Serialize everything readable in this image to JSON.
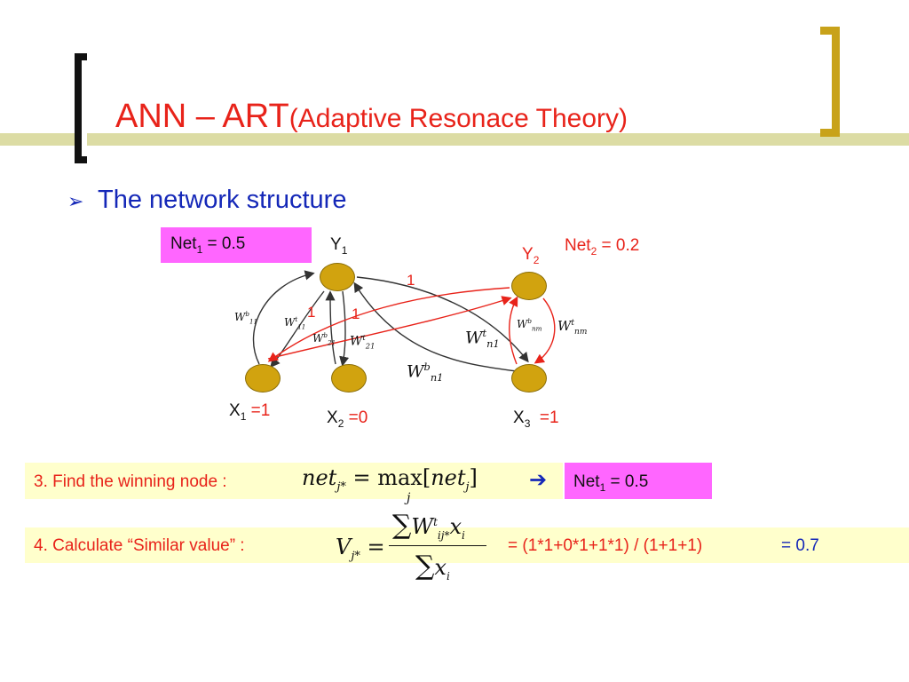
{
  "title": {
    "main": "ANN – ART",
    "sub": "(Adaptive Resonace  Theory)"
  },
  "bullet": {
    "text": "The network structure"
  },
  "network": {
    "net1": {
      "pre": "Net",
      "sub": "1",
      "post": " = 0.5"
    },
    "net2": {
      "pre": "Net",
      "sub": "2",
      "post": " = 0.2"
    },
    "y1": {
      "pre": "Y",
      "sub": "1"
    },
    "y2": {
      "pre": "Y",
      "sub": "2"
    },
    "x1": {
      "pre": "X",
      "sub": "1",
      "val": " =1"
    },
    "x2": {
      "pre": "X",
      "sub": "2",
      "val": " =0"
    },
    "x3": {
      "pre": "X",
      "sub": "3",
      "val": "  =1"
    },
    "edge_values": [
      "1",
      "1",
      "1"
    ],
    "weights": {
      "w11b": {
        "base": "W",
        "sup": "b",
        "sub": "11"
      },
      "w11t": {
        "base": "W",
        "sup": "t",
        "sub": "11"
      },
      "w21b": {
        "base": "W",
        "sup": "b",
        "sub": "21"
      },
      "w21t": {
        "base": "W",
        "sup": "t",
        "sub": "21"
      },
      "wn1t": {
        "base": "W",
        "sup": "t",
        "sub": "n1"
      },
      "wn1b": {
        "base": "W",
        "sup": "b",
        "sub": "n1"
      },
      "wnmb": {
        "base": "W",
        "sup": "b",
        "sub": "nm"
      },
      "wnmt": {
        "base": "W",
        "sup": "t",
        "sub": "nm"
      }
    },
    "colors": {
      "node": "#d1a30f",
      "red_edge": "#e8231a",
      "dark_edge": "#333333"
    }
  },
  "step3": {
    "text": "3. Find the winning node :",
    "formula": {
      "lhs": "net",
      "lhs_sub": "j*",
      "eq": " = max[",
      "rhs": "net",
      "rhs_sub": "j",
      "close": "]",
      "under": "j"
    },
    "arrow": "➔",
    "result": {
      "pre": "Net",
      "sub": "1",
      "post": " = 0.5"
    }
  },
  "step4": {
    "text": "4. Calculate “Similar value” :",
    "lhs": {
      "v": "V",
      "sub": "j*",
      "eq": " ="
    },
    "numerator": {
      "sum": "∑",
      "w": "W",
      "w_sup": "t",
      "w_sub": "ij*",
      "x": "x",
      "x_sub": "i"
    },
    "denominator": {
      "sum": "∑",
      "x": "x",
      "x_sub": "i"
    },
    "calc": "= (1*1+0*1+1*1) / (1+1+1)",
    "result": "= 0.7"
  }
}
